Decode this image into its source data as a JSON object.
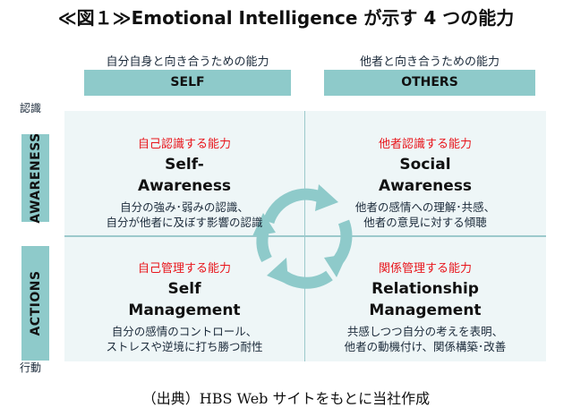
{
  "title": "≪図１≫Emotional Intelligence が示す 4 つの能力",
  "columns": [
    {
      "subtitle": "自分自身と向き合うための能力",
      "label": "SELF"
    },
    {
      "subtitle": "他者と向き合うための能力",
      "label": "OTHERS"
    }
  ],
  "rows": [
    {
      "label": "AWARENESS",
      "axis_label": "認識"
    },
    {
      "label": "ACTIONS",
      "axis_label": "行動"
    }
  ],
  "cells": [
    {
      "jp_title": "自己認識する能力",
      "en_title_1": "Self-",
      "en_title_2": "Awareness",
      "desc_1": "自分の強み･弱みの認識、",
      "desc_2": "自分が他者に及ぼす影響の認識"
    },
    {
      "jp_title": "他者認識する能力",
      "en_title_1": "Social",
      "en_title_2": "Awareness",
      "desc_1": "他者の感情への理解･共感、",
      "desc_2": "他者の意見に対する傾聴"
    },
    {
      "jp_title": "自己管理する能力",
      "en_title_1": "Self",
      "en_title_2": "Management",
      "desc_1": "自分の感情のコントロール、",
      "desc_2": "ストレスや逆境に打ち勝つ耐性"
    },
    {
      "jp_title": "関係管理する能力",
      "en_title_1": "Relationship",
      "en_title_2": "Management",
      "desc_1": "共感しつつ自分の考えを表明、",
      "desc_2": "他者の動機付け、関係構築･改善"
    }
  ],
  "caption": "（出典）HBS Web サイトをもとに当社作成",
  "colors": {
    "accent": "#8ecaca",
    "highlight": "#e8151b",
    "grid_bg": "#eef6f7"
  }
}
